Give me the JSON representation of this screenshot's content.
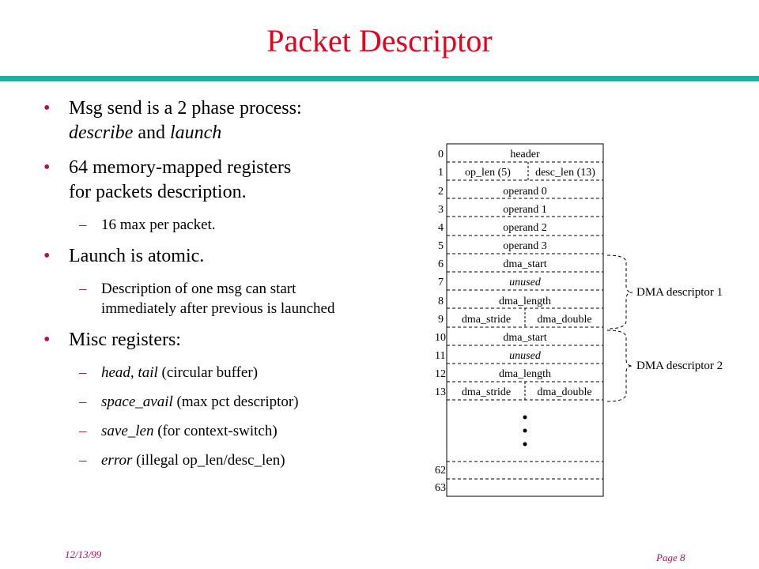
{
  "title": "Packet Descriptor",
  "bullets": {
    "b1": {
      "prefix": "Msg send is a 2 phase process:",
      "em1": "describe",
      "mid": " and ",
      "em2": "launch"
    },
    "b2": {
      "line1": "64 memory-mapped registers",
      "line2": "for packets description."
    },
    "b2_sub": "16 max per packet.",
    "b3": "Launch is atomic.",
    "b3_sub": {
      "line1": "Description of one msg can start",
      "line2": "immediately after previous is launched"
    },
    "b4": "Misc registers:",
    "b4_subs": [
      {
        "em": "head, tail",
        "rest": " (circular buffer)"
      },
      {
        "em": "space_avail",
        "rest": " (max pct descriptor)"
      },
      {
        "em": "save_len",
        "rest": " (for context-switch)"
      },
      {
        "em": "error",
        "rest": " (illegal op_len/desc_len)"
      }
    ]
  },
  "diagram": {
    "index_labels": [
      "0",
      "1",
      "2",
      "3",
      "4",
      "5",
      "6",
      "7",
      "8",
      "9",
      "10",
      "11",
      "12",
      "13",
      "62",
      "63"
    ],
    "cells": {
      "header": "header",
      "op_len": "op_len (5)",
      "desc_len": "desc_len (13)",
      "operand0": "operand 0",
      "operand1": "operand 1",
      "operand2": "operand 2",
      "operand3": "operand 3",
      "dma_start": "dma_start",
      "unused": "unused",
      "dma_length": "dma_length",
      "dma_stride": "dma_stride",
      "dma_double": "dma_double"
    },
    "bracket_labels": [
      "DMA descriptor 1",
      "DMA descriptor 2"
    ]
  },
  "footer": {
    "date": "12/13/99",
    "page": "Page 8"
  },
  "colors": {
    "title": "#e8001c",
    "rule": "#19b3a0",
    "bullet": "#b80b5b"
  }
}
